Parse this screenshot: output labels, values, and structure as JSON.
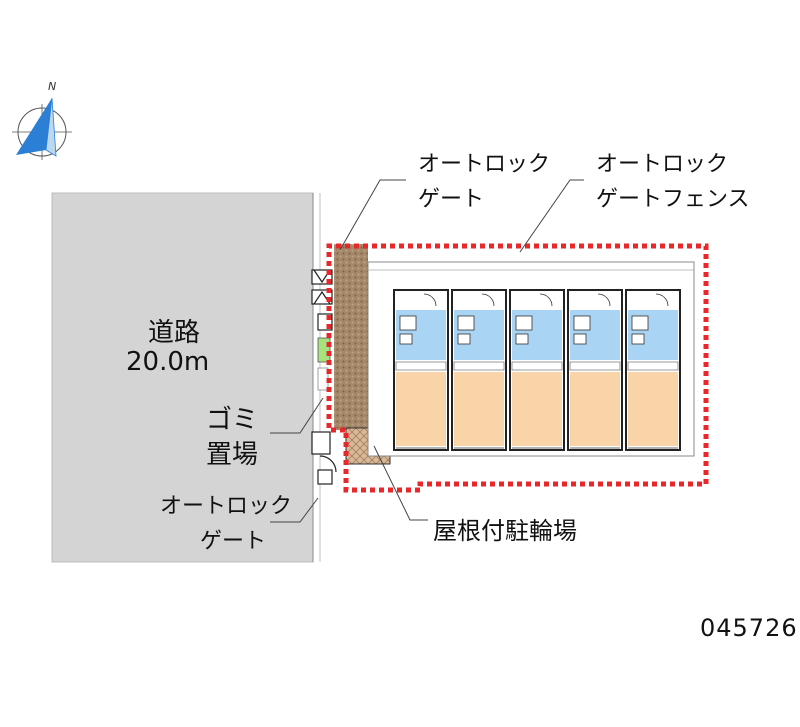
{
  "labels": {
    "road_title": "道路",
    "road_width": "20.0m",
    "garbage_line1": "ゴミ",
    "garbage_line2": "置場",
    "autolock_gate_top_line1": "オートロック",
    "autolock_gate_top_line2": "ゲート",
    "autolock_fence_line1": "オートロック",
    "autolock_fence_line2": "ゲートフェンス",
    "autolock_gate_left_line1": "オートロック",
    "autolock_gate_left_line2": "ゲート",
    "bicycle_parking": "屋根付駐輪場",
    "image_code": "045726",
    "compass_north": "N"
  },
  "units_per_floor": 5,
  "colors": {
    "road": "#d4d4d4",
    "boundary_dash": "#e8272a",
    "walkway": "#9c7e58",
    "room_blue": "#a9d4f4",
    "room_beige": "#f9d4a8",
    "bike_parking": "#d9b898",
    "garbage": "#a6e27e"
  }
}
